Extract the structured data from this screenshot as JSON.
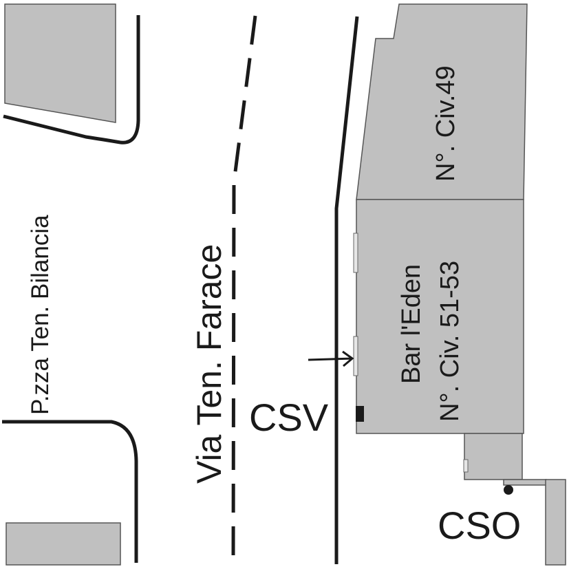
{
  "map": {
    "title": "Site plan — Via Ten. Farace",
    "streets": {
      "main_street": "Via Ten. Farace",
      "square": "P.zza Ten. Bilancia"
    },
    "buildings": {
      "civ49": "N°. Civ.49",
      "bar_name": "Bar l'Eden",
      "civ51_53": "N°. Civ. 51-53"
    },
    "markers": {
      "csv": "CSV",
      "cso": "CSO"
    },
    "colors": {
      "building_fill": "#c0c0c0",
      "building_stroke": "#555555",
      "line": "#1a1a1a",
      "background": "#ffffff"
    }
  }
}
